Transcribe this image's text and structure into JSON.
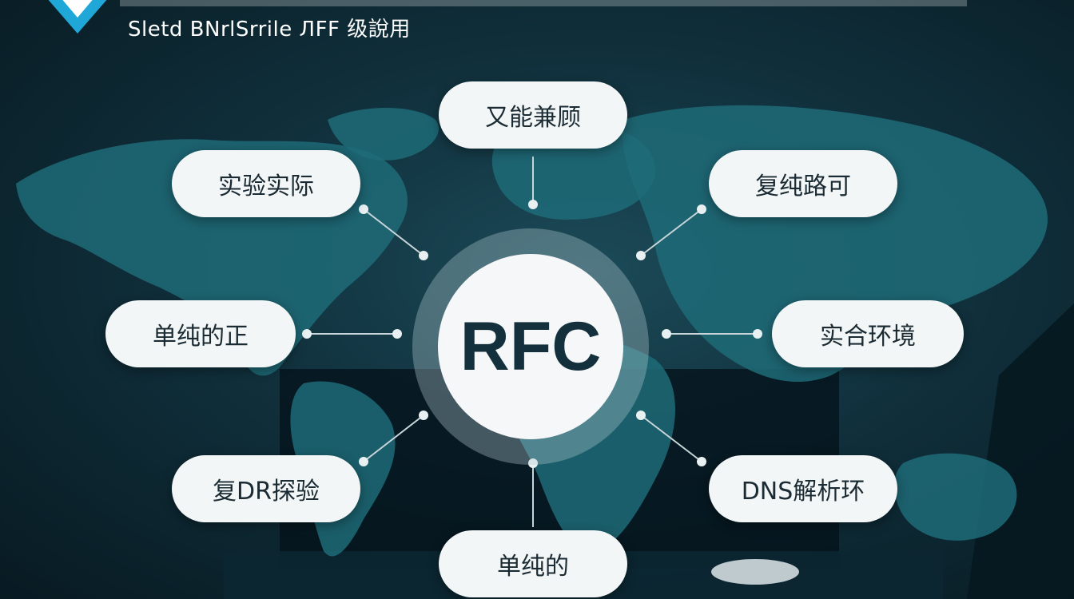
{
  "header": {
    "text": "Sletd BNrlSrrile ЛFF 级說用"
  },
  "hub": {
    "label": "RFC"
  },
  "nodes": [
    {
      "id": "top",
      "label": "又能兼顾"
    },
    {
      "id": "top-left",
      "label": "实验实际"
    },
    {
      "id": "top-right",
      "label": "复纯路可"
    },
    {
      "id": "left",
      "label": "单纯的正"
    },
    {
      "id": "right",
      "label": "实合环境"
    },
    {
      "id": "bottom-left",
      "label": "复DR探验"
    },
    {
      "id": "bottom-right",
      "label": "DNS解析环"
    },
    {
      "id": "bottom",
      "label": "单纯的"
    }
  ],
  "colors": {
    "background": "#10303c",
    "map": "#1f6b78",
    "pill": "#f3f6f7",
    "hub_text": "#14303c",
    "connector": "#c8d6da",
    "logo": "#1fa7d8"
  },
  "icons": {
    "logo": "v-logo-icon"
  }
}
